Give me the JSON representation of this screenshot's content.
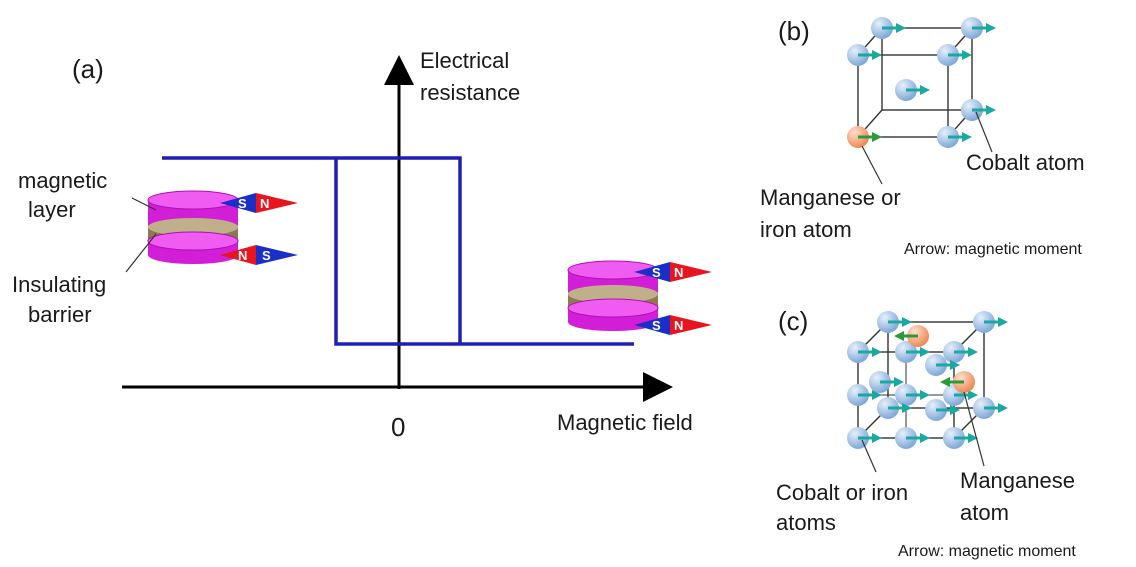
{
  "panel_a": {
    "label": "(a)",
    "y_axis_label_line1": "Electrical",
    "y_axis_label_line2": "resistance",
    "x_axis_label": "Magnetic field",
    "origin_label": "0",
    "magnetic_layer_line1": "magnetic",
    "magnetic_layer_line2": "layer",
    "insulating_barrier_line1": "Insulating",
    "insulating_barrier_line2": "barrier",
    "magnet_s": "S",
    "magnet_n": "N"
  },
  "panel_b": {
    "label": "(b)",
    "cobalt_label": "Cobalt atom",
    "manganese_line1": "Manganese or",
    "manganese_line2": "iron atom",
    "arrow_note": "Arrow: magnetic moment"
  },
  "panel_c": {
    "label": "(c)",
    "cobalt_line1": "Cobalt or iron",
    "cobalt_line2": "atoms",
    "manganese_line1": "Manganese",
    "manganese_line2": "atom",
    "arrow_note": "Arrow: magnetic moment"
  },
  "colors": {
    "loop": "#1f1fb0",
    "disk": "#d21ed6",
    "disk_top": "#f05cf2",
    "barrier": "#8c7a55",
    "magnet_red": "#e8141e",
    "magnet_blue": "#1a2fc8",
    "cobalt_atom": "#a9c8ea",
    "manganese_atom": "#f4a77a",
    "moment_arrow": "#1aa8a0"
  }
}
